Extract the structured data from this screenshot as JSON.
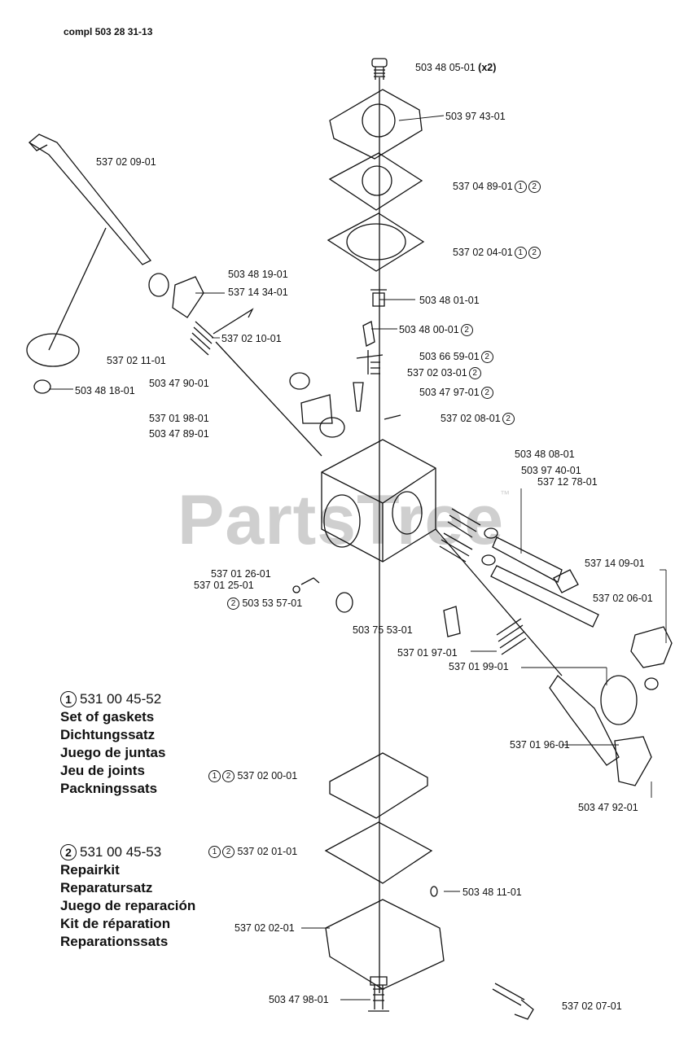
{
  "title": "compl 503 28 31-13",
  "watermark": "PartsTree",
  "watermark_tm": "™",
  "labels": [
    {
      "id": "l1",
      "text": "503 48 05-01",
      "suffix": "(x2)",
      "bold_suffix": true
    },
    {
      "id": "l2",
      "text": "503 97 43-01"
    },
    {
      "id": "l3",
      "text": "537 04 89-01",
      "circles": [
        "1",
        "2"
      ]
    },
    {
      "id": "l4",
      "text": "537 02 04-01",
      "circles": [
        "1",
        "2"
      ]
    },
    {
      "id": "l5",
      "text": "503 48 01-01"
    },
    {
      "id": "l6",
      "text": "503 48 00-01",
      "circles": [
        "2"
      ]
    },
    {
      "id": "l7",
      "text": "503 66 59-01",
      "circles": [
        "2"
      ]
    },
    {
      "id": "l8",
      "text": "537 02 03-01",
      "circles": [
        "2"
      ]
    },
    {
      "id": "l9",
      "text": "503 47 97-01",
      "circles": [
        "2"
      ]
    },
    {
      "id": "l10",
      "text": "537 02 08-01",
      "circles": [
        "2"
      ]
    },
    {
      "id": "l11",
      "text": "537 02 09-01"
    },
    {
      "id": "l12",
      "text": "503 48 19-01"
    },
    {
      "id": "l13",
      "text": "537 14 34-01"
    },
    {
      "id": "l14",
      "text": "537 02 10-01"
    },
    {
      "id": "l15",
      "text": "537 02 11-01"
    },
    {
      "id": "l16",
      "text": "503 47 90-01"
    },
    {
      "id": "l17",
      "text": "503 48 18-01"
    },
    {
      "id": "l18",
      "text": "537 01 98-01"
    },
    {
      "id": "l19",
      "text": "503 47 89-01"
    },
    {
      "id": "l20",
      "text": "503 48 08-01"
    },
    {
      "id": "l21",
      "text": "503 97 40-01"
    },
    {
      "id": "l22",
      "text": "537 12 78-01"
    },
    {
      "id": "l23",
      "text": "537 14 09-01"
    },
    {
      "id": "l24",
      "text": "537 02 06-01"
    },
    {
      "id": "l25",
      "text": "537 01 26-01"
    },
    {
      "id": "l26",
      "text": "537 01 25-01"
    },
    {
      "id": "l27",
      "text": "503 53 57-01",
      "prefix_circle": "2"
    },
    {
      "id": "l28",
      "text": "503 75 53-01"
    },
    {
      "id": "l29",
      "text": "537 01 97-01"
    },
    {
      "id": "l30",
      "text": "537 01 99-01"
    },
    {
      "id": "l31",
      "text": "537 01 96-01"
    },
    {
      "id": "l32",
      "text": "503 47 92-01"
    },
    {
      "id": "l33",
      "text": "537 02 00-01",
      "prefix_circles": [
        "1",
        "2"
      ]
    },
    {
      "id": "l34",
      "text": "537 02 01-01",
      "prefix_circles": [
        "1",
        "2"
      ]
    },
    {
      "id": "l35",
      "text": "503 48 11-01"
    },
    {
      "id": "l36",
      "text": "537 02 02-01"
    },
    {
      "id": "l37",
      "text": "503 47 98-01"
    },
    {
      "id": "l38",
      "text": "537 02 07-01"
    }
  ],
  "kits": [
    {
      "num": "1",
      "part": "531 00 45-52",
      "names": [
        "Set of gaskets",
        "Dichtungssatz",
        "Juego de juntas",
        "Jeu de joints",
        "Packningssats"
      ]
    },
    {
      "num": "2",
      "part": "531 00 45-53",
      "names": [
        "Repairkit",
        "Reparatursatz",
        "Juego de reparación",
        "Kit de réparation",
        "Reparationssats"
      ]
    }
  ]
}
